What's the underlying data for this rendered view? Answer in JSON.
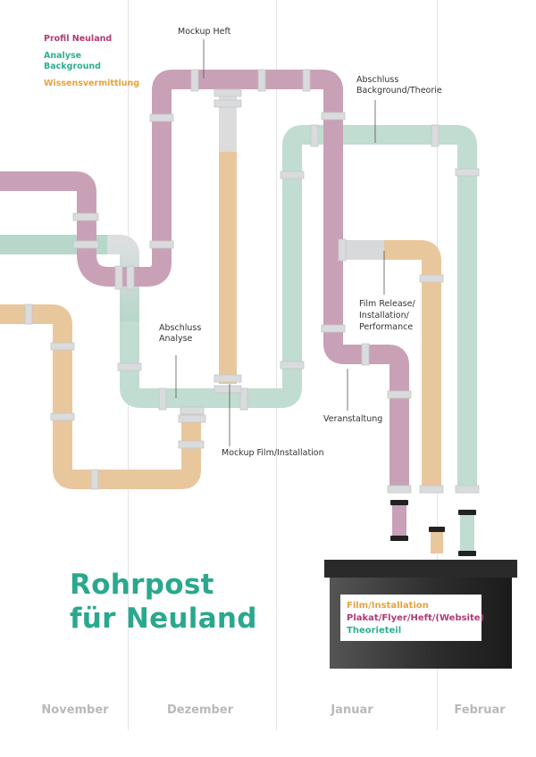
{
  "legend": [
    {
      "label": "Profil Neuland",
      "color": "#b03a76"
    },
    {
      "label": "Analyse\nBackground",
      "color": "#2fae94"
    },
    {
      "label": "Wissensvermittlung",
      "color": "#e8a33c"
    }
  ],
  "annotations": {
    "mockup_heft": "Mockup Heft",
    "abschluss_background": "Abschluss\nBackground/Theorie",
    "film_release": "Film Release/\nInstallation/\nPerformance",
    "abschluss_analyse": "Abschluss\nAnalyse",
    "veranstaltung": "Veranstaltung",
    "mockup_film": "Mockup Film/Installation"
  },
  "title": {
    "line1": "Rohrpost",
    "line2": "für Neuland",
    "color": "#2aa88d"
  },
  "box_labels": [
    {
      "label": "Film/Installation",
      "color": "#e8a33c"
    },
    {
      "label": "Plakat/Flyer/Heft/(Website)",
      "color": "#b03a76"
    },
    {
      "label": "Theorieteil",
      "color": "#2fae94"
    }
  ],
  "months": [
    "November",
    "Dezember",
    "Januar",
    "Februar"
  ],
  "colors": {
    "pipe_pink": "#c9a1b6",
    "pipe_green": "#b5d5c9",
    "pipe_orange": "#e9c79d",
    "pipe_grey": "#d7d9da",
    "box": "#2a2a2a"
  }
}
